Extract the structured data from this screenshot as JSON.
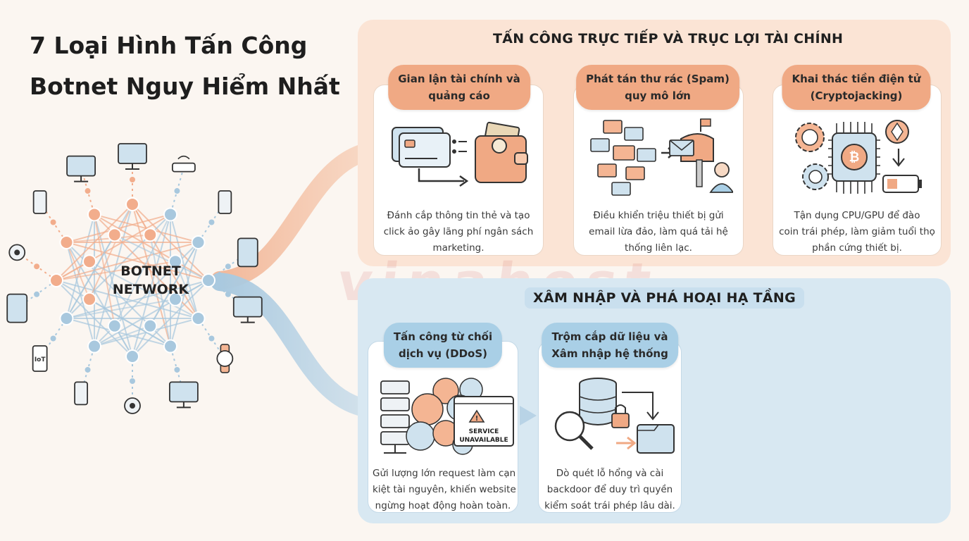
{
  "title": {
    "line1": "7 Loại Hình Tấn Công",
    "line2": "Botnet Nguy Hiểm Nhất"
  },
  "network": {
    "line1": "BOTNET",
    "line2": "NETWORK",
    "iot_label": "IoT"
  },
  "watermark": "vinahost",
  "colors": {
    "orange": "#f0a984",
    "blue": "#a9cfe6",
    "panel_orange": "#fbe4d5",
    "panel_blue": "#d8e8f2"
  },
  "sections": {
    "financial": {
      "title": "TẤN CÔNG TRỰC TIẾP VÀ TRỤC LỢI TÀI CHÍNH",
      "cards": [
        {
          "title1": "Gian lận tài chính và",
          "title2": "quảng cáo",
          "icon": "credit-card-wallet-icon",
          "desc1": "Đánh cắp thông tin thẻ và tạo",
          "desc2": "click ảo gây lãng phí ngân sách",
          "desc3": "marketing."
        },
        {
          "title1": "Phát tán thư rác (Spam)",
          "title2": "quy mô lớn",
          "icon": "spam-mail-icon",
          "desc1": "Điều khiển triệu thiết bị gửi",
          "desc2": "email lừa đảo, làm quá tải hệ",
          "desc3": "thống liên lạc."
        },
        {
          "title1": "Khai thác tiền điện tử",
          "title2": "(Cryptojacking)",
          "icon": "crypto-chip-icon",
          "desc1": "Tận dụng CPU/GPU để đào",
          "desc2": "coin trái phép, làm giảm tuổi thọ",
          "desc3": "phần cứng thiết bị."
        }
      ]
    },
    "infrastructure": {
      "title": "XÂM NHẬP VÀ PHÁ HOẠI HẠ TẦNG",
      "cards": [
        {
          "title1": "Tấn công từ chối",
          "title2": "dịch vụ (DDoS)",
          "icon": "ddos-server-icon",
          "icon_text1": "SERVICE",
          "icon_text2": "UNAVAILABLE",
          "desc1": "Gửi lượng lớn request làm cạn",
          "desc2": "kiệt tài nguyên, khiến website",
          "desc3": "ngừng hoạt động hoàn toàn."
        },
        {
          "title1": "Trộm cắp dữ liệu và",
          "title2": "Xâm nhập hệ thống",
          "icon": "data-theft-icon",
          "desc1": "Dò quét lỗ hổng và cài",
          "desc2": "backdoor để duy trì quyền",
          "desc3": "kiểm soát trái phép lâu dài."
        }
      ]
    }
  }
}
